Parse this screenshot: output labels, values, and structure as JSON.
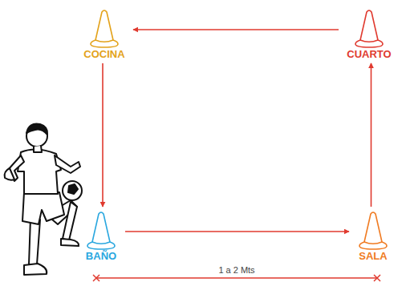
{
  "diagram": {
    "nodes": [
      {
        "text": [
          "COCINA"
        ]
      },
      {
        "text": [
          "CUARTO"
        ]
      },
      {
        "text": [
          "BAÑO"
        ]
      },
      {
        "text": [
          "SALA"
        ]
      }
    ],
    "edges": [
      {
        "from": 1,
        "to": 0,
        "arrow": "to"
      },
      {
        "from": 0,
        "to": 2,
        "arrow": "to"
      },
      {
        "from": 2,
        "to": 3,
        "arrow": "to"
      },
      {
        "from": 3,
        "to": 1,
        "arrow": "to"
      }
    ],
    "labels": [
      "1 a 2 Mts"
    ]
  }
}
